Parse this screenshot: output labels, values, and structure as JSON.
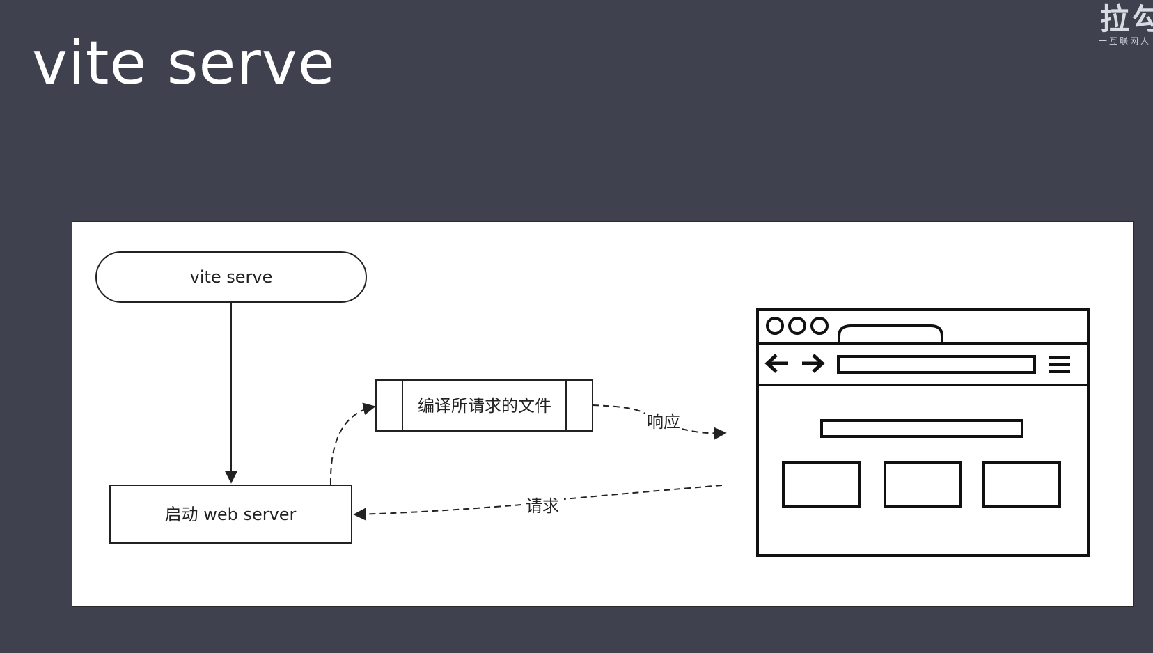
{
  "slide": {
    "title": "vite serve"
  },
  "logo": {
    "chars": "拉勾",
    "subtitle": "一互联网人"
  },
  "diagram": {
    "nodes": {
      "start": "vite serve",
      "server": "启动 web server",
      "compile": "编译所请求的文件"
    },
    "edges": {
      "request": "请求",
      "response": "响应"
    },
    "browser_icon": "browser-window-icon"
  }
}
